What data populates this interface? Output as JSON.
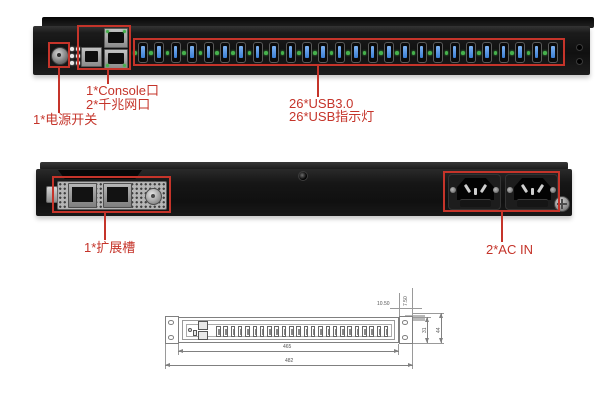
{
  "annotation_color": "#c5342a",
  "front_view": {
    "power_label": "1*电源开关",
    "console_label_line1": "1*Console口",
    "console_label_line2": "2*千兆网口",
    "usb_label_line1": "26*USB3.0",
    "usb_label_line2": "26*USB指示灯",
    "usb_port_count": 26
  },
  "rear_view": {
    "expansion_label": "1*扩展槽",
    "ac_label": "2*AC IN"
  },
  "drawing": {
    "port_count": 24,
    "dim_width_outer": "482",
    "dim_width_inner": "465",
    "dim_top_offset": "10.50",
    "dim_top_height": "7.50",
    "dim_side_inner": "31",
    "dim_side_outer": "44"
  },
  "colors": {
    "chassis": "#161616",
    "usb_blue": "#3a7fd5",
    "led_green": "#46b14c",
    "bracket_silver": "#b5b5b5",
    "drawing_line": "#808080"
  }
}
